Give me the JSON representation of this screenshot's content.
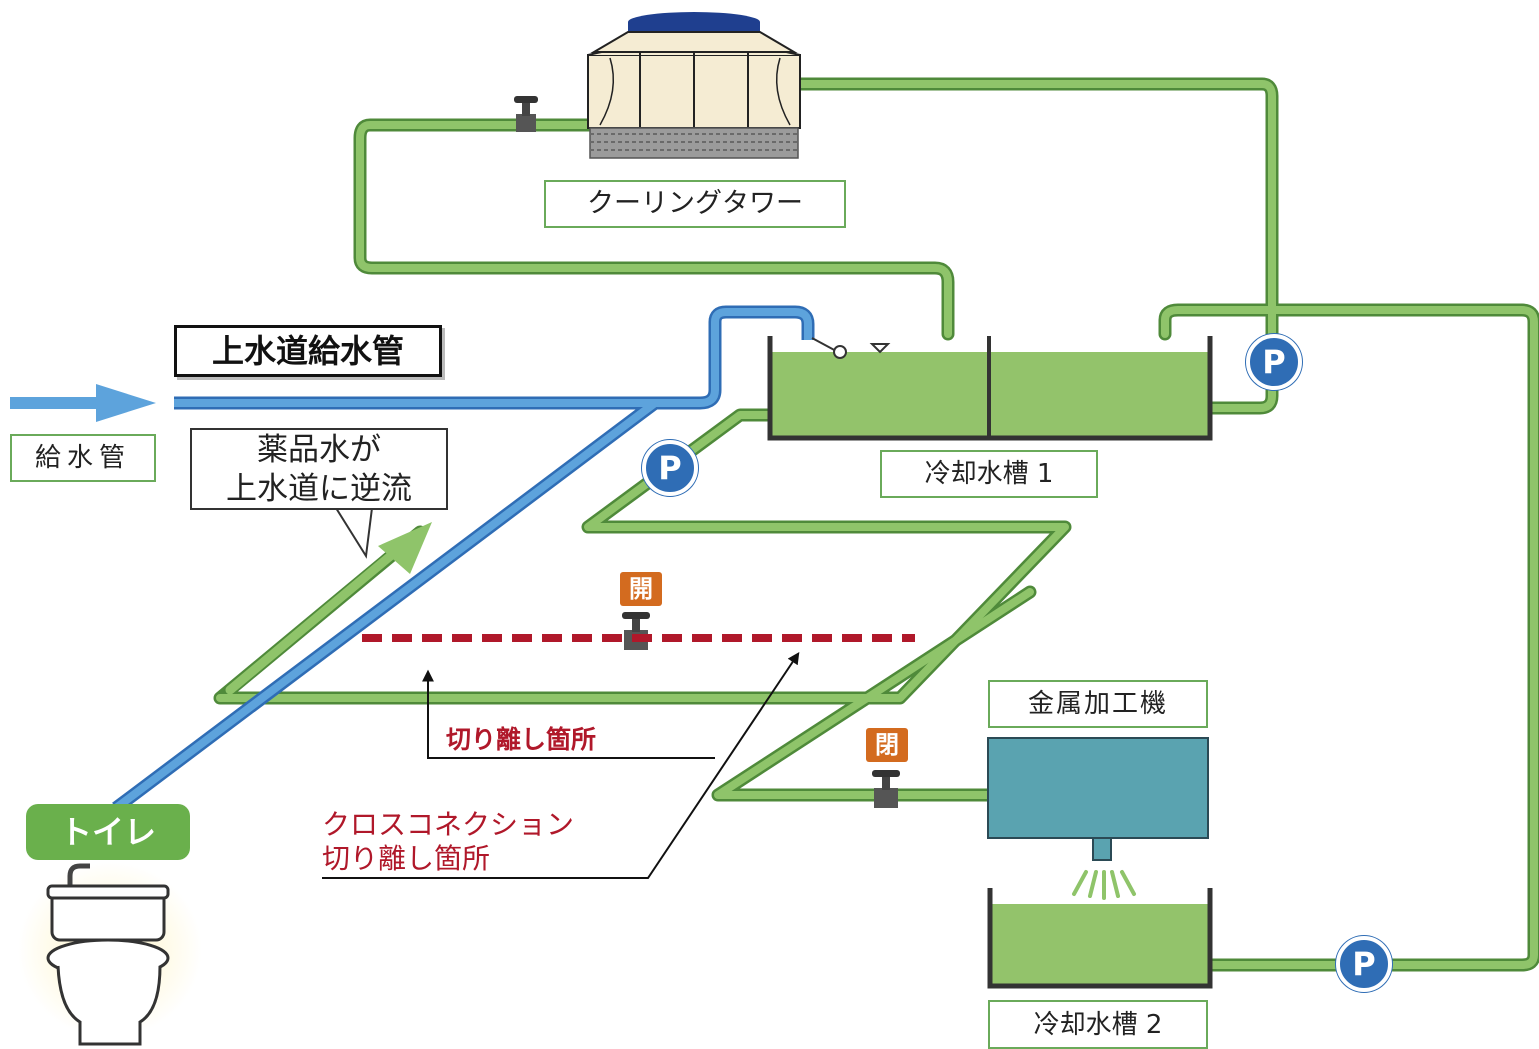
{
  "labels": {
    "cooling_tower": "クーリングタワー",
    "main_supply": "上水道給水管",
    "supply_pipe": "給水管",
    "backflow_note_line1": "薬品水が",
    "backflow_note_line2": "上水道に逆流",
    "tank1": "冷却水槽 1",
    "tank2": "冷却水槽 2",
    "metal_machine": "金属加工機",
    "toilet": "トイレ",
    "open_tag": "開",
    "closed_tag": "閉",
    "separation_point": "切り離し箇所",
    "cross_connection_line1": "クロスコネクション",
    "cross_connection_line2": "切り離し箇所",
    "pump": "P"
  },
  "colors": {
    "water_pipe": "#5da3dc",
    "cooling_pipe": "#8fc46a",
    "cooling_pipe_outline": "#4f8a3a",
    "tank_water": "#93c36b",
    "machine": "#5aa3b0",
    "pump": "#2f6db5",
    "red_accent": "#b0182a",
    "tag_orange": "#d36b1f"
  }
}
